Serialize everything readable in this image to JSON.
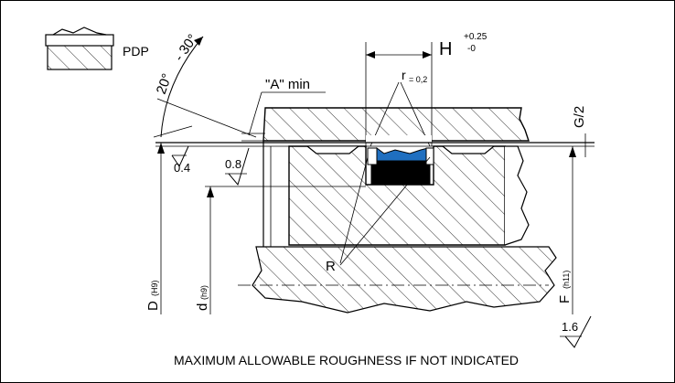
{
  "header": {
    "profile_code": "PDP"
  },
  "dimensions": {
    "H_label": "H",
    "H_tol_upper": "+0.25",
    "H_tol_lower": "-0",
    "angle_20": "20°",
    "angle_30": "- 30°",
    "chamfer_label": "\"A\" min",
    "radius_small_r": "r",
    "radius_small_val": "= 0,2",
    "G_half": "G/2",
    "D_label": "D",
    "D_tol": "(H9)",
    "d_label": "d",
    "d_tol": "(h9)",
    "F_label": "F",
    "F_tol": "(h11)",
    "radius_R": "R"
  },
  "roughness": {
    "r1": "0.4",
    "r2": "0.8",
    "r3": "1.6"
  },
  "footer": {
    "note": "MAXIMUM ALLOWABLE ROUGHNESS IF NOT INDICATED"
  },
  "colors": {
    "seal_lip": "#1f6fc0",
    "seal_body": "#000000"
  }
}
